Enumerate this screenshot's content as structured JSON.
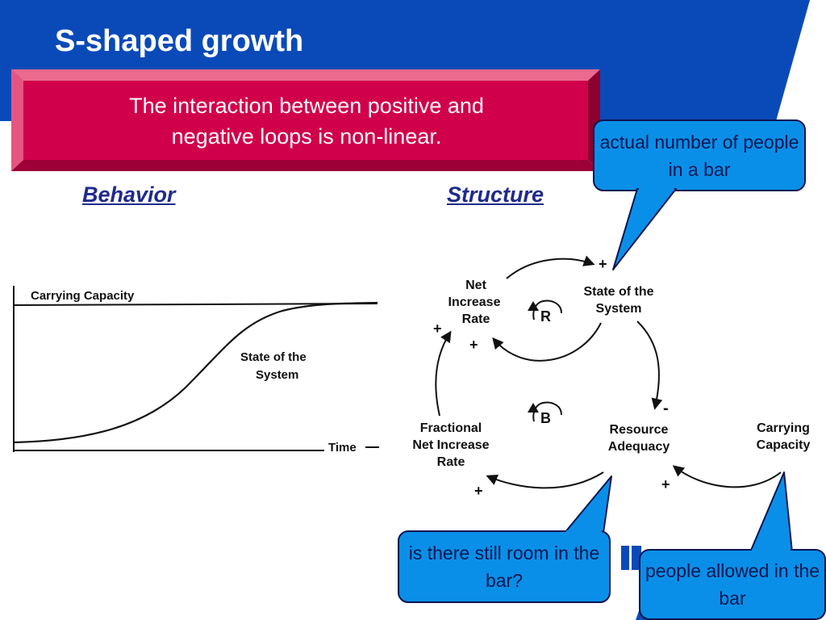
{
  "title": "S-shaped growth",
  "banner": {
    "line1": "The interaction between positive and",
    "line2": "negative loops is non-linear."
  },
  "sections": {
    "behavior": "Behavior",
    "structure": "Structure"
  },
  "behavior_graph": {
    "carrying_capacity": "Carrying Capacity",
    "state_line1": "State of the",
    "state_line2": "System",
    "time_label": "Time"
  },
  "structure_diagram": {
    "net_increase": [
      "Net",
      "Increase",
      "Rate"
    ],
    "state": [
      "State of the",
      "System"
    ],
    "fractional": [
      "Fractional",
      "Net Increase",
      "Rate"
    ],
    "resource": [
      "Resource",
      "Adequacy"
    ],
    "carrying": [
      "Carrying",
      "Capacity"
    ],
    "loop_r": "R",
    "loop_b": "B",
    "plus": "+",
    "minus": "-"
  },
  "callouts": {
    "actual": "actual number of people in a bar",
    "room": "is there still room in the bar?",
    "allowed": "people allowed in the bar"
  },
  "colors": {
    "header": "#0a4ab8",
    "banner": "#d1004a",
    "callout_fill": "#0a8fe8",
    "callout_text": "#0d1650",
    "label": "#1f2a8c"
  }
}
